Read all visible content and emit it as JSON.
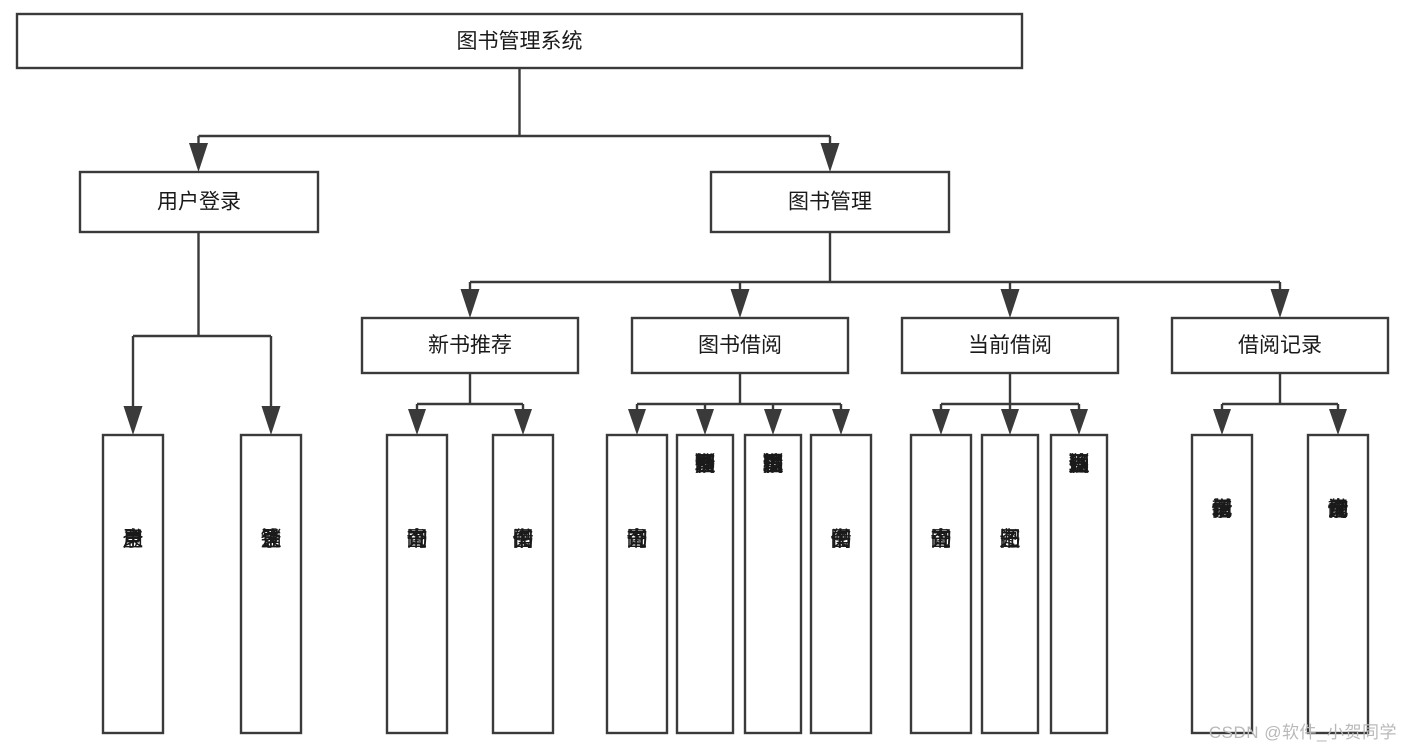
{
  "diagram": {
    "title": "图书管理系统",
    "type": "tree-hierarchy-chart",
    "watermark": "CSDN @软件_小贺同学",
    "colors": {
      "line": "#3a3a3a",
      "box_fill": "#ffffff",
      "text": "#1a1a1a",
      "watermark": "#b9b9b9",
      "background": "#ffffff"
    },
    "levels": {
      "root": {
        "label": "图书管理系统"
      },
      "level2": [
        {
          "id": "user-login",
          "label": "用户登录"
        },
        {
          "id": "book-manage",
          "label": "图书管理"
        }
      ],
      "level3": [
        {
          "id": "new-book-recommend",
          "label": "新书推荐",
          "parent": "book-manage"
        },
        {
          "id": "book-borrow",
          "label": "图书借阅",
          "parent": "book-manage"
        },
        {
          "id": "current-borrow",
          "label": "当前借阅",
          "parent": "book-manage"
        },
        {
          "id": "borrow-record",
          "label": "借阅记录",
          "parent": "book-manage"
        }
      ],
      "leaves": [
        {
          "id": "leaf-user-login",
          "label": "用户登录",
          "parent": "user-login"
        },
        {
          "id": "leaf-logout-login",
          "label": "注销登录",
          "parent": "user-login"
        },
        {
          "id": "leaf-query-book-1",
          "label": "查询图书",
          "parent": "new-book-recommend"
        },
        {
          "id": "leaf-borrow-book-1",
          "label": "借阅图书",
          "parent": "new-book-recommend"
        },
        {
          "id": "leaf-query-book-2",
          "label": "查询图书",
          "parent": "book-borrow"
        },
        {
          "id": "leaf-add-book",
          "label": "新增图书（管理员）",
          "parent": "book-borrow"
        },
        {
          "id": "leaf-edit-book",
          "label": "编辑图书（管理员）",
          "parent": "book-borrow"
        },
        {
          "id": "leaf-borrow-book-2",
          "label": "借阅图书",
          "parent": "book-borrow"
        },
        {
          "id": "leaf-query-book-3",
          "label": "查询图书",
          "parent": "current-borrow"
        },
        {
          "id": "leaf-return-book",
          "label": "归还图书",
          "parent": "current-borrow"
        },
        {
          "id": "leaf-confirm-return",
          "label": "确认归还（管理员）",
          "parent": "current-borrow"
        },
        {
          "id": "leaf-add-record",
          "label": "新增借阅记录",
          "parent": "borrow-record"
        },
        {
          "id": "leaf-query-record",
          "label": "查询借阅记录",
          "parent": "borrow-record"
        }
      ]
    }
  }
}
